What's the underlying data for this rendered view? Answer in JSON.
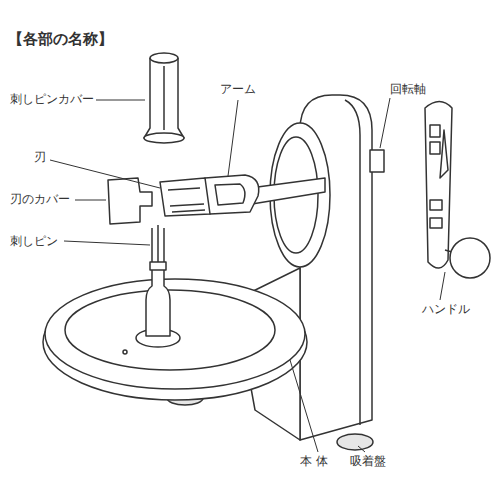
{
  "diagram": {
    "title": "【各部の名称】",
    "labels": [
      "刺しピンカバー",
      "アーム",
      "回転軸",
      "刃",
      "刃のカバー",
      "刺しピン",
      "ハンドル",
      "本 体",
      "吸着盤"
    ]
  }
}
